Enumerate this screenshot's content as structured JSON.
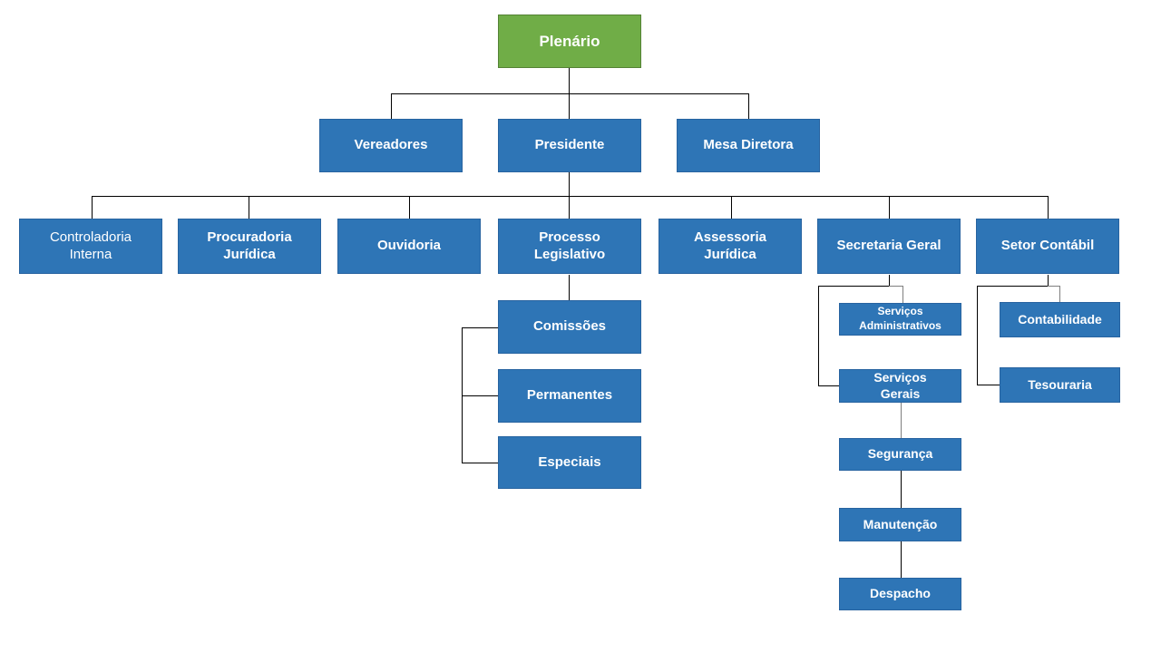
{
  "diagram": {
    "kind": "org-chart"
  },
  "colors": {
    "root_fill": "#70AD47",
    "root_border": "#548235",
    "node_fill": "#2E75B6",
    "node_border": "#2763A0",
    "node_text": "#FFFFFF",
    "connector": "#000000",
    "connector_gray": "#7F7F7F",
    "background": "#FFFFFF"
  },
  "nodes": {
    "plenario": {
      "label": "Plenário"
    },
    "vereadores": {
      "label": "Vereadores"
    },
    "presidente": {
      "label": "Presidente"
    },
    "mesa_diretora": {
      "label": "Mesa Diretora"
    },
    "controladoria_interna": {
      "label": "Controladoria\nInterna"
    },
    "procuradoria_juridica": {
      "label": "Procuradoria\nJurídica"
    },
    "ouvidoria": {
      "label": "Ouvidoria"
    },
    "processo_legislativo": {
      "label": "Processo\nLegislativo"
    },
    "assessoria_juridica": {
      "label": "Assessoria\nJurídica"
    },
    "secretaria_geral": {
      "label": "Secretaria Geral"
    },
    "setor_contabil": {
      "label": "Setor Contábil"
    },
    "comissoes": {
      "label": "Comissões"
    },
    "permanentes": {
      "label": "Permanentes"
    },
    "especiais": {
      "label": "Especiais"
    },
    "servicos_administrativos": {
      "label": "Serviços\nAdministrativos"
    },
    "servicos_gerais": {
      "label": "Serviços\nGerais"
    },
    "seguranca": {
      "label": "Segurança"
    },
    "manutencao": {
      "label": "Manutenção"
    },
    "despacho": {
      "label": "Despacho"
    },
    "contabilidade": {
      "label": "Contabilidade"
    },
    "tesouraria": {
      "label": "Tesouraria"
    }
  }
}
